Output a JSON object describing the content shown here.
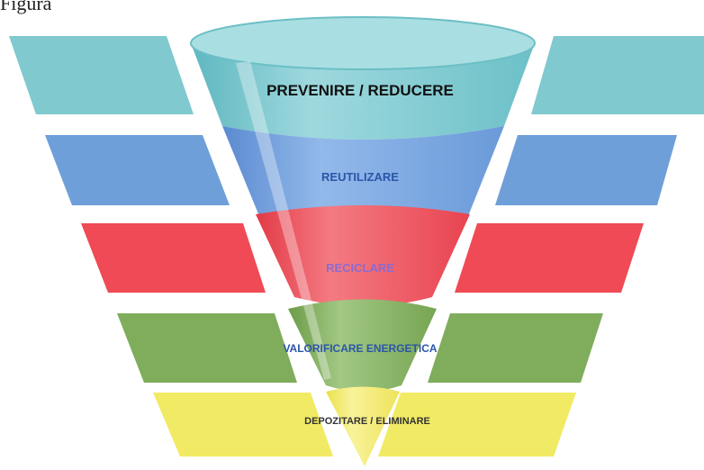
{
  "page": {
    "corner_text": "Figura"
  },
  "colors": {
    "teal": "#7dc9d0",
    "blue": "#6f9fdb",
    "red": "#ee4b55",
    "green": "#7fae5b",
    "yellow": "#f0ea62"
  },
  "levels": [
    {
      "label": "PREVENIRE / REDUCERE",
      "color": "#7dc9d0",
      "label_color": "#111111"
    },
    {
      "label": "REUTILIZARE",
      "color": "#6f9fdb",
      "label_color": "#2a55a8"
    },
    {
      "label": "RECICLARE",
      "color": "#ee4b55",
      "label_color": "#8a6bd0"
    },
    {
      "label": "VALORIFICARE ENERGETICA",
      "color": "#7fae5b",
      "label_color": "#2a55a8"
    },
    {
      "label": "DEPOZITARE / ELIMINARE",
      "color": "#f0ea62",
      "label_color": "#333333"
    }
  ]
}
